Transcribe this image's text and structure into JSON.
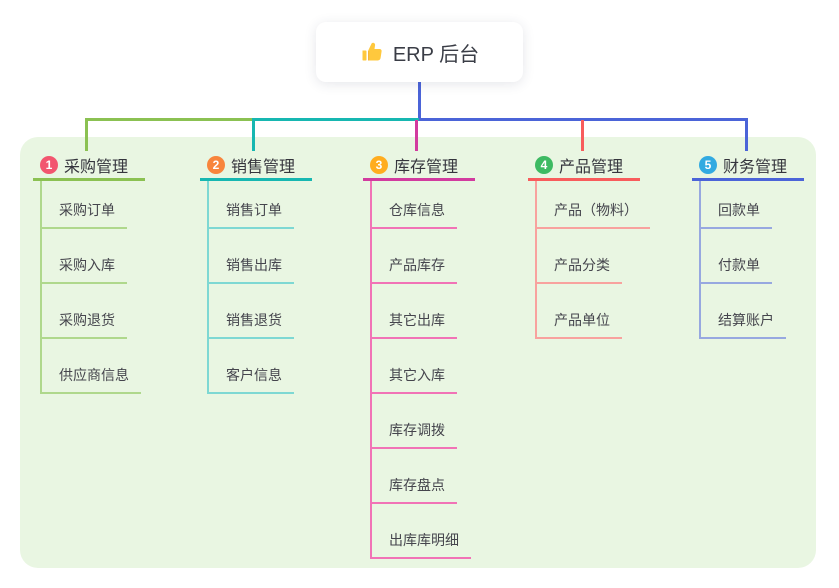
{
  "root": {
    "label": "ERP 后台",
    "icon": "thumbs-up-icon"
  },
  "branches": [
    {
      "badge": "1",
      "label": "采购管理",
      "items": [
        "采购订单",
        "采购入库",
        "采购退货",
        "供应商信息"
      ]
    },
    {
      "badge": "2",
      "label": "销售管理",
      "items": [
        "销售订单",
        "销售出库",
        "销售退货",
        "客户信息"
      ]
    },
    {
      "badge": "3",
      "label": "库存管理",
      "items": [
        "仓库信息",
        "产品库存",
        "其它出库",
        "其它入库",
        "库存调拨",
        "库存盘点",
        "出库库明细"
      ]
    },
    {
      "badge": "4",
      "label": "产品管理",
      "items": [
        "产品（物料）",
        "产品分类",
        "产品单位"
      ]
    },
    {
      "badge": "5",
      "label": "财务管理",
      "items": [
        "回款单",
        "付款单",
        "结算账户"
      ]
    }
  ],
  "colors": {
    "trunk": "#4B64D8",
    "panel_bg": "#E9F6E2",
    "b1": "#8BC152",
    "b1_light": "#AFD88C",
    "b1_badge": "#F2566F",
    "b2": "#17B7B1",
    "b2_light": "#7ED8D3",
    "b2_badge": "#F8853C",
    "b3": "#D23B9F",
    "b3_light": "#F173B6",
    "b3_badge": "#FFAD1F",
    "b4": "#F85C5C",
    "b4_light": "#F8A29E",
    "b4_badge": "#3DBA62",
    "b5": "#4B64D8",
    "b5_light": "#97A8E0",
    "b5_badge": "#32AAE1"
  }
}
